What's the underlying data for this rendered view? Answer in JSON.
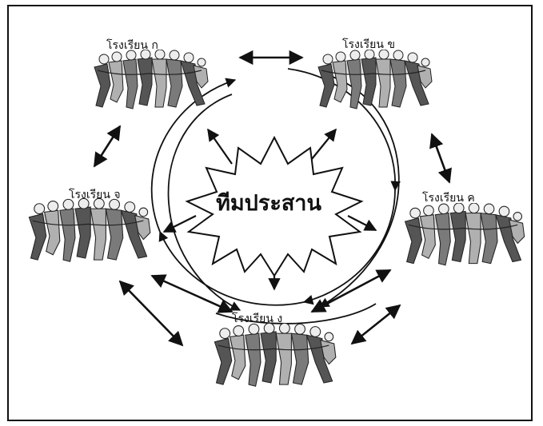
{
  "diagram": {
    "hub_label": "ทีมประสาน",
    "schools": [
      {
        "id": "a",
        "label": "โรงเรียน ก"
      },
      {
        "id": "b",
        "label": "โรงเรียน ข"
      },
      {
        "id": "c",
        "label": "โรงเรียน ค"
      },
      {
        "id": "d",
        "label": "โรงเรียน ง"
      },
      {
        "id": "e",
        "label": "โรงเรียน จ"
      }
    ],
    "colors": {
      "line": "#111111",
      "figure_dark": "#555555",
      "figure_mid": "#7a7a7a",
      "figure_light": "#b0b0b0",
      "background": "#ffffff"
    }
  }
}
